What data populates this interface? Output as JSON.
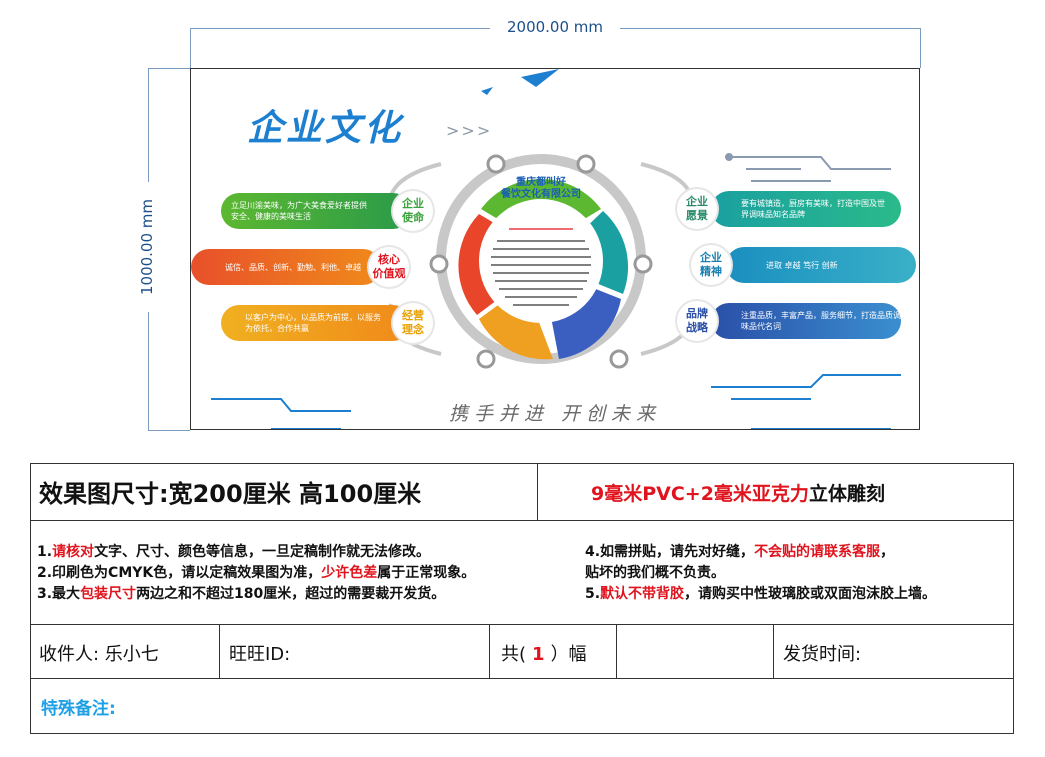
{
  "dimensions": {
    "width_label": "2000.00 mm",
    "height_label": "1000.00 mm"
  },
  "design": {
    "title": "企业文化",
    "chevrons": ">>>",
    "company": [
      "重庆都叫好",
      "餐饮文化有限公司"
    ],
    "slogan": "携手并进  开创未来",
    "left_items": [
      {
        "badge": [
          "企业",
          "使命"
        ],
        "text": [
          "立足川渝美味，为广大美食爱好者提供",
          "安全、健康的美味生活"
        ],
        "badge_color": "#3aa23a"
      },
      {
        "badge": [
          "核心",
          "价值观"
        ],
        "text": [
          "诚信、品质、创新、勤勉、利他、卓越"
        ],
        "badge_color": "#e0141e"
      },
      {
        "badge": [
          "经营",
          "理念"
        ],
        "text": [
          "以客户为中心，以品质为前提，以服务",
          "为依托，合作共赢"
        ],
        "badge_color": "#e8a000"
      }
    ],
    "right_items": [
      {
        "badge": [
          "企业",
          "愿景"
        ],
        "text": [
          "要有城镇造，厨房有美味，打造中国及世",
          "界调味品知名品牌"
        ],
        "badge_color": "#2a8a6a"
      },
      {
        "badge": [
          "企业",
          "精神"
        ],
        "text": [
          "进取  卓越  笃行  创新"
        ],
        "badge_color": "#1a7fb0"
      },
      {
        "badge": [
          "品牌",
          "战略"
        ],
        "text": [
          "注重品质，丰富产品，服务细节，打造品质调",
          "味品代名词"
        ],
        "badge_color": "#2a4fa8"
      }
    ],
    "colors": {
      "green": "#5cb830",
      "red": "#e8452a",
      "orange": "#f0a020",
      "teal": "#1aa0a0",
      "blue": "#3a5fc0"
    }
  },
  "table": {
    "row1": {
      "size_label": "效果图尺寸:",
      "size_value": "宽200厘米  高100厘米",
      "material_red": "9毫米PVC+2毫米亚克力",
      "material_black": "立体雕刻"
    },
    "notes_left": [
      [
        {
          "t": "1.",
          "c": "k"
        },
        {
          "t": "请核对",
          "c": "r"
        },
        {
          "t": "文字、尺寸、颜色等信息，一旦定稿制作就无法修改。",
          "c": "k"
        }
      ],
      [
        {
          "t": "2.印刷色为CMYK色，请以定稿效果图为准，",
          "c": "k"
        },
        {
          "t": "少许色差",
          "c": "r"
        },
        {
          "t": "属于正常现象。",
          "c": "k"
        }
      ],
      [
        {
          "t": "3.最大",
          "c": "k"
        },
        {
          "t": "包装尺寸",
          "c": "r"
        },
        {
          "t": "两边之和不超过180厘米，超过的需要裁开发货。",
          "c": "k"
        }
      ]
    ],
    "notes_right": [
      [
        {
          "t": "4.如需拼贴，请先对好缝，",
          "c": "k"
        },
        {
          "t": "不会贴的请联系客服",
          "c": "r"
        },
        {
          "t": "，",
          "c": "k"
        }
      ],
      [
        {
          "t": "  贴坏的我们概不负责。",
          "c": "k"
        }
      ],
      [
        {
          "t": "5.",
          "c": "k"
        },
        {
          "t": "默认不带背胶",
          "c": "r"
        },
        {
          "t": "，请购买中性玻璃胶或双面泡沫胶上墙。",
          "c": "k"
        }
      ]
    ],
    "row3": {
      "recipient": "收件人: 乐小七",
      "wangwang": "旺旺ID:",
      "count_pre": "共(",
      "count": "1",
      "count_post": "）幅",
      "ship_time": "发货时间:"
    },
    "row4": {
      "remarks": "特殊备注:"
    }
  }
}
